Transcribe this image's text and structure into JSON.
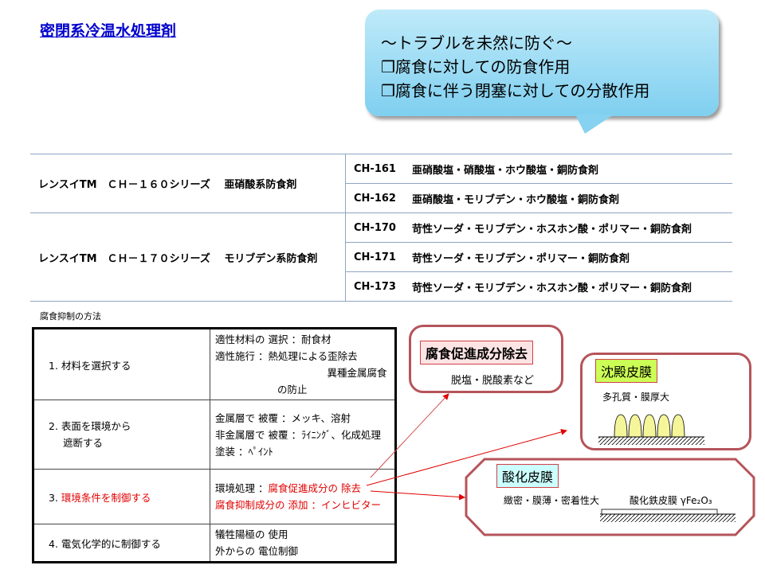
{
  "title": "密閉系冷温水処理剤",
  "callout": {
    "line1": "～トラブルを未然に防ぐ～",
    "line2": "❒腐食に対しての防食作用",
    "line3": "❒腐食に伴う閉塞に対しての分散作用"
  },
  "products": [
    {
      "series": "レンスイTM　ＣＨ－１６０シリーズ　 亜硝酸系防食剤",
      "items": [
        {
          "code": "CH-161",
          "desc": "亜硝酸塩・硝酸塩・ホウ酸塩・銅防食剤"
        },
        {
          "code": "CH-162",
          "desc": "亜硝酸塩・モリブデン・ホウ酸塩・銅防食剤"
        }
      ]
    },
    {
      "series": "レンスイTM　ＣＨ－１７０シリーズ　 モリブデン系防食剤",
      "items": [
        {
          "code": "CH-170",
          "desc": "苛性ソーダ・モリブデン・ホスホン酸・ポリマー・銅防食剤"
        },
        {
          "code": "CH-171",
          "desc": "苛性ソーダ・モリブデン・ポリマー・銅防食剤"
        },
        {
          "code": "CH-173",
          "desc": "苛性ソーダ・モリブデン・ホスホン酸・ポリマー・銅防食剤"
        }
      ]
    }
  ],
  "methods_title": "腐食抑制の方法",
  "methods": [
    {
      "name": "1. 材料を選択する",
      "details": [
        "適性材料の 選択 ：耐食材",
        "適性施行 ：熱処理による歪除去",
        "　　　　　異種金属腐食の防止"
      ]
    },
    {
      "name": "2. 表面を環境から",
      "name2": "遮断する",
      "details": [
        "金属層で 被覆 ：メッキ、溶射",
        "非金属層で 被覆 ：ﾗｲﾆﾝｸﾞ、化成処理",
        "塗装 ：ﾍﾟｲﾝﾄ"
      ]
    },
    {
      "num": "3.",
      "name": "環境条件を制御する",
      "d1a": "環境処理 ：",
      "d1b": "腐食促進成分の 除去",
      "d2": "腐食抑制成分の 添加 ：インヒビター"
    },
    {
      "name": "4. 電気化学的に制御する",
      "details": [
        "犠牲陽極の 使用",
        "外からの 電位制御"
      ]
    }
  ],
  "box1": {
    "label": "腐食促進成分除去",
    "text": "脱塩・脱酸素など"
  },
  "box2": {
    "label": "沈殿皮膜",
    "text": "多孔質・膜厚大"
  },
  "box3": {
    "label": "酸化皮膜",
    "text": "緻密・膜薄・密着性大",
    "text2": "酸化鉄皮膜 γFe₂O₃"
  }
}
